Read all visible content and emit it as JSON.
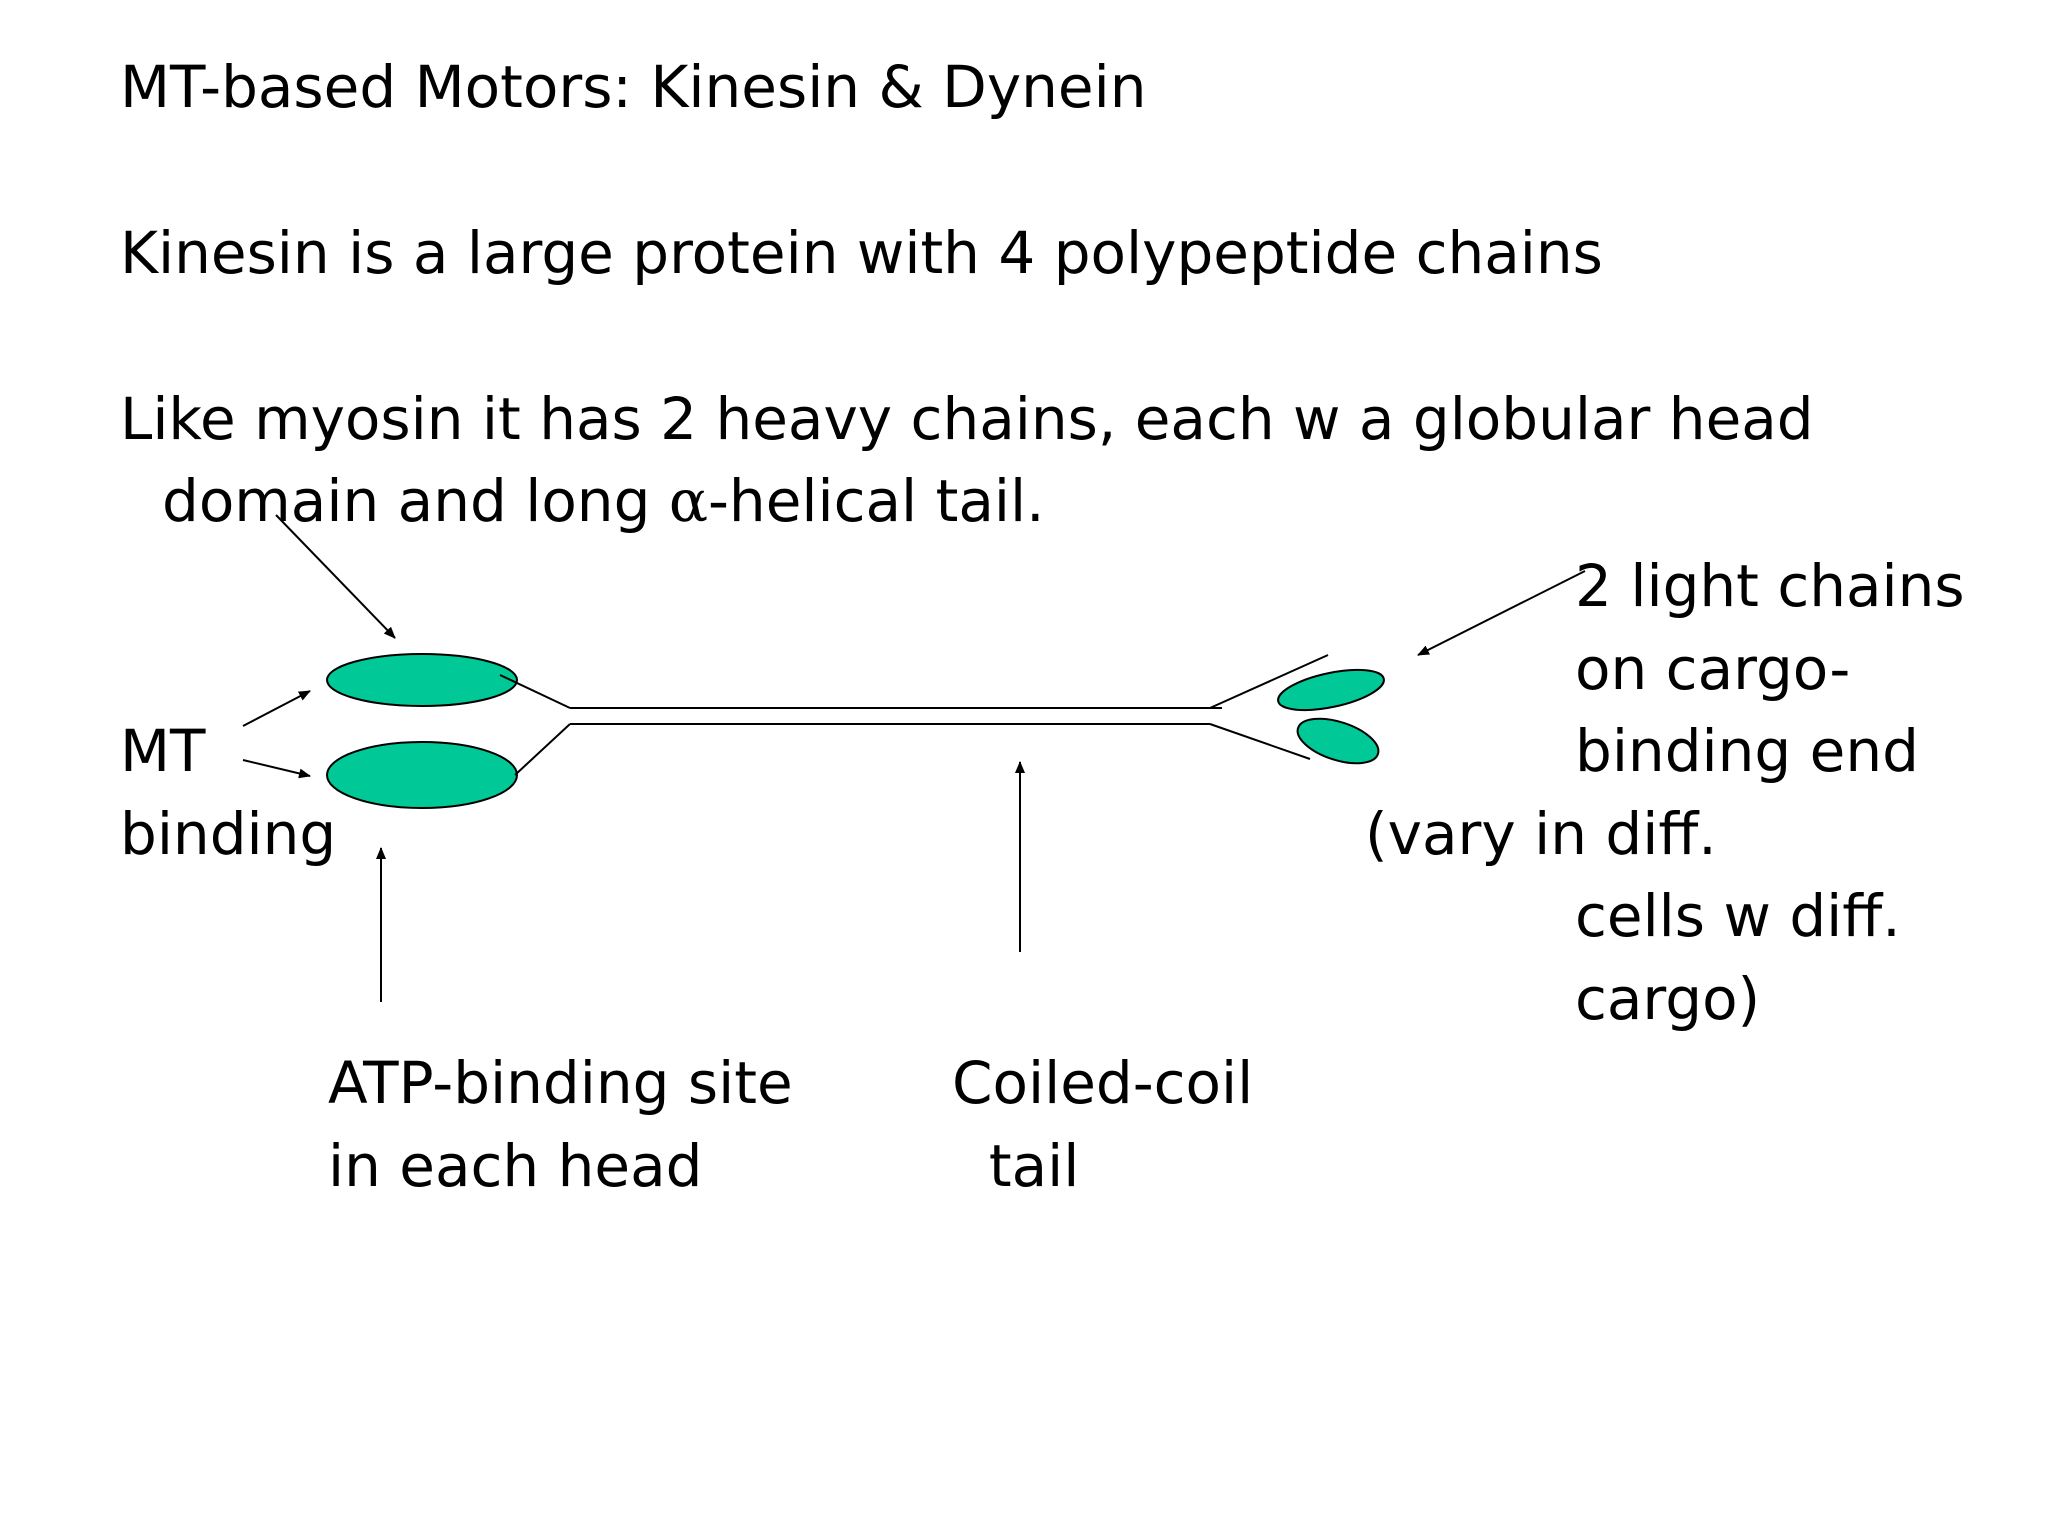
{
  "slide": {
    "title": "MT-based Motors: Kinesin & Dynein",
    "para1": "Kinesin is a large protein with 4 polypeptide chains",
    "para2_line1": "Like myosin it has 2 heavy chains, each w a globular head",
    "para2_line2_pre": "domain and long ",
    "para2_alpha": "α",
    "para2_line2_post": "-helical tail."
  },
  "labels": {
    "mt_binding": [
      "MT",
      "binding"
    ],
    "light_chains": [
      "2 light chains",
      "on cargo-",
      "binding end"
    ],
    "vary": "(vary in diff.",
    "cells": [
      "cells w diff.",
      "cargo)"
    ],
    "atp": [
      "ATP-binding site",
      "in each head"
    ],
    "coiled": [
      "Coiled-coil",
      "  tail"
    ]
  },
  "colors": {
    "head_fill": "#00c896",
    "stroke": "#000000"
  }
}
